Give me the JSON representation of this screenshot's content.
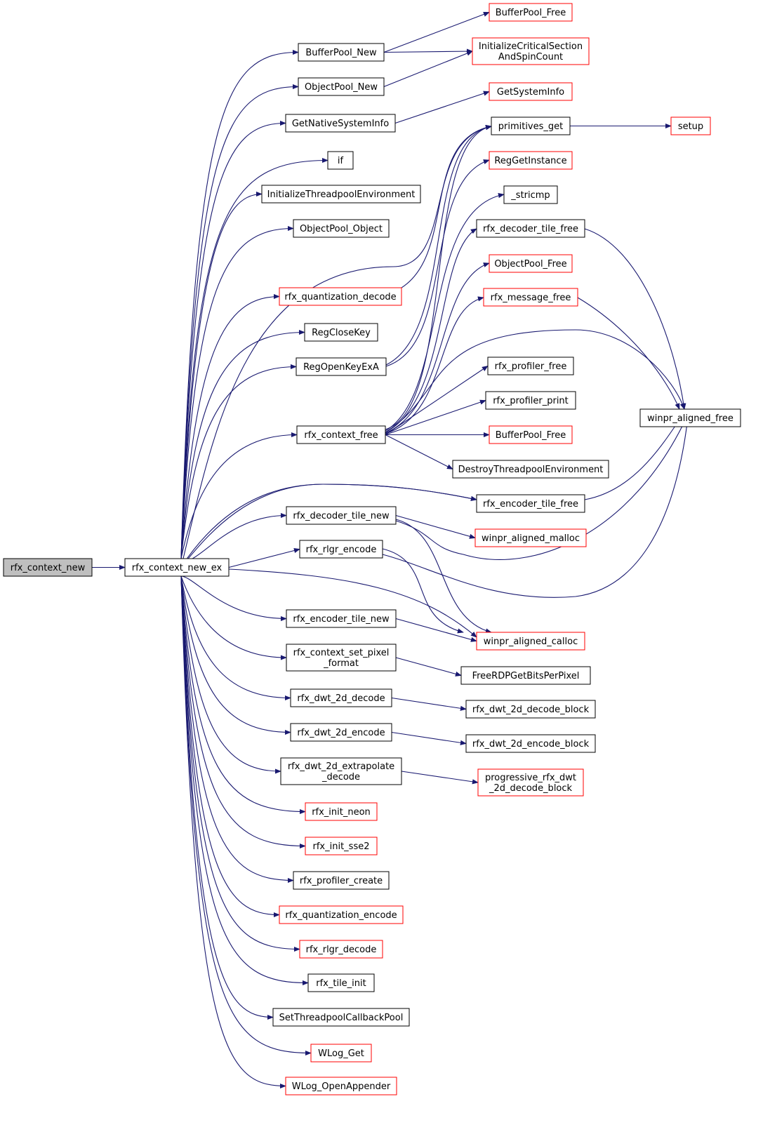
{
  "graph": {
    "colors": {
      "edge": "#191970",
      "node_border": "#000000",
      "node_border_incomplete": "#ff0000",
      "node_fill": "#ffffff",
      "root_fill": "#bfbfbf"
    },
    "nodes": [
      {
        "id": "n0",
        "lines": [
          "rfx_context_new"
        ],
        "status": "root"
      },
      {
        "id": "n1",
        "lines": [
          "rfx_context_new_ex"
        ],
        "status": "normal"
      },
      {
        "id": "n2",
        "lines": [
          "BufferPool_New"
        ],
        "status": "normal"
      },
      {
        "id": "n3",
        "lines": [
          "ObjectPool_New"
        ],
        "status": "normal"
      },
      {
        "id": "n4",
        "lines": [
          "GetNativeSystemInfo"
        ],
        "status": "normal"
      },
      {
        "id": "n5",
        "lines": [
          "if"
        ],
        "status": "normal"
      },
      {
        "id": "n6",
        "lines": [
          "InitializeThreadpoolEnvironment"
        ],
        "status": "normal"
      },
      {
        "id": "n7",
        "lines": [
          "ObjectPool_Object"
        ],
        "status": "normal"
      },
      {
        "id": "n8",
        "lines": [
          "rfx_quantization_decode"
        ],
        "status": "incomplete"
      },
      {
        "id": "n9",
        "lines": [
          "RegCloseKey"
        ],
        "status": "normal"
      },
      {
        "id": "n10",
        "lines": [
          "RegOpenKeyExA"
        ],
        "status": "normal"
      },
      {
        "id": "n11",
        "lines": [
          "rfx_context_free"
        ],
        "status": "normal"
      },
      {
        "id": "n12",
        "lines": [
          "rfx_decoder_tile_new"
        ],
        "status": "normal"
      },
      {
        "id": "n13",
        "lines": [
          "rfx_rlgr_encode"
        ],
        "status": "normal"
      },
      {
        "id": "n14",
        "lines": [
          "rfx_encoder_tile_new"
        ],
        "status": "normal"
      },
      {
        "id": "n15",
        "lines": [
          "rfx_context_set_pixel",
          "_format"
        ],
        "status": "normal"
      },
      {
        "id": "n16",
        "lines": [
          "rfx_dwt_2d_decode"
        ],
        "status": "normal"
      },
      {
        "id": "n17",
        "lines": [
          "rfx_dwt_2d_encode"
        ],
        "status": "normal"
      },
      {
        "id": "n18",
        "lines": [
          "rfx_dwt_2d_extrapolate",
          "_decode"
        ],
        "status": "normal"
      },
      {
        "id": "n19",
        "lines": [
          "rfx_init_neon"
        ],
        "status": "incomplete"
      },
      {
        "id": "n20",
        "lines": [
          "rfx_init_sse2"
        ],
        "status": "incomplete"
      },
      {
        "id": "n21",
        "lines": [
          "rfx_profiler_create"
        ],
        "status": "normal"
      },
      {
        "id": "n22",
        "lines": [
          "rfx_quantization_encode"
        ],
        "status": "incomplete"
      },
      {
        "id": "n23",
        "lines": [
          "rfx_rlgr_decode"
        ],
        "status": "incomplete"
      },
      {
        "id": "n24",
        "lines": [
          "rfx_tile_init"
        ],
        "status": "normal"
      },
      {
        "id": "n25",
        "lines": [
          "SetThreadpoolCallbackPool"
        ],
        "status": "normal"
      },
      {
        "id": "n26",
        "lines": [
          "WLog_Get"
        ],
        "status": "incomplete"
      },
      {
        "id": "n27",
        "lines": [
          "WLog_OpenAppender"
        ],
        "status": "incomplete"
      },
      {
        "id": "n28",
        "lines": [
          "BufferPool_Free"
        ],
        "status": "incomplete"
      },
      {
        "id": "n29",
        "lines": [
          "InitializeCriticalSection",
          "AndSpinCount"
        ],
        "status": "incomplete"
      },
      {
        "id": "n30",
        "lines": [
          "GetSystemInfo"
        ],
        "status": "incomplete"
      },
      {
        "id": "n31",
        "lines": [
          "primitives_get"
        ],
        "status": "normal"
      },
      {
        "id": "n32",
        "lines": [
          "RegGetInstance"
        ],
        "status": "incomplete"
      },
      {
        "id": "n33",
        "lines": [
          "_stricmp"
        ],
        "status": "normal"
      },
      {
        "id": "n34",
        "lines": [
          "rfx_decoder_tile_free"
        ],
        "status": "normal"
      },
      {
        "id": "n35",
        "lines": [
          "ObjectPool_Free"
        ],
        "status": "incomplete"
      },
      {
        "id": "n36",
        "lines": [
          "rfx_message_free"
        ],
        "status": "incomplete"
      },
      {
        "id": "n37",
        "lines": [
          "rfx_profiler_free"
        ],
        "status": "normal"
      },
      {
        "id": "n38",
        "lines": [
          "rfx_profiler_print"
        ],
        "status": "normal"
      },
      {
        "id": "n39",
        "lines": [
          "BufferPool_Free"
        ],
        "status": "incomplete"
      },
      {
        "id": "n40",
        "lines": [
          "DestroyThreadpoolEnvironment"
        ],
        "status": "normal"
      },
      {
        "id": "n41",
        "lines": [
          "rfx_encoder_tile_free"
        ],
        "status": "normal"
      },
      {
        "id": "n42",
        "lines": [
          "winpr_aligned_malloc"
        ],
        "status": "incomplete"
      },
      {
        "id": "n43",
        "lines": [
          "winpr_aligned_calloc"
        ],
        "status": "incomplete"
      },
      {
        "id": "n44",
        "lines": [
          "FreeRDPGetBitsPerPixel"
        ],
        "status": "normal"
      },
      {
        "id": "n45",
        "lines": [
          "rfx_dwt_2d_decode_block"
        ],
        "status": "normal"
      },
      {
        "id": "n46",
        "lines": [
          "rfx_dwt_2d_encode_block"
        ],
        "status": "normal"
      },
      {
        "id": "n47",
        "lines": [
          "progressive_rfx_dwt",
          "_2d_decode_block"
        ],
        "status": "incomplete"
      },
      {
        "id": "n48",
        "lines": [
          "setup"
        ],
        "status": "incomplete"
      },
      {
        "id": "n49",
        "lines": [
          "winpr_aligned_free"
        ],
        "status": "normal"
      }
    ],
    "edges": [
      [
        "n0",
        "n1"
      ],
      [
        "n1",
        "n2"
      ],
      [
        "n1",
        "n3"
      ],
      [
        "n1",
        "n4"
      ],
      [
        "n1",
        "n5"
      ],
      [
        "n1",
        "n6"
      ],
      [
        "n1",
        "n7"
      ],
      [
        "n1",
        "n8"
      ],
      [
        "n1",
        "n9"
      ],
      [
        "n1",
        "n10"
      ],
      [
        "n1",
        "n11"
      ],
      [
        "n1",
        "n12"
      ],
      [
        "n1",
        "n13"
      ],
      [
        "n1",
        "n14"
      ],
      [
        "n1",
        "n15"
      ],
      [
        "n1",
        "n16"
      ],
      [
        "n1",
        "n17"
      ],
      [
        "n1",
        "n18"
      ],
      [
        "n1",
        "n19"
      ],
      [
        "n1",
        "n20"
      ],
      [
        "n1",
        "n21"
      ],
      [
        "n1",
        "n22"
      ],
      [
        "n1",
        "n23"
      ],
      [
        "n1",
        "n24"
      ],
      [
        "n1",
        "n25"
      ],
      [
        "n1",
        "n26"
      ],
      [
        "n1",
        "n27"
      ],
      [
        "n1",
        "n31"
      ],
      [
        "n1",
        "n41"
      ],
      [
        "n1",
        "n43"
      ],
      [
        "n1",
        "n49"
      ],
      [
        "n2",
        "n28"
      ],
      [
        "n2",
        "n29"
      ],
      [
        "n3",
        "n29"
      ],
      [
        "n4",
        "n30"
      ],
      [
        "n8",
        "n31"
      ],
      [
        "n10",
        "n32"
      ],
      [
        "n10",
        "n31"
      ],
      [
        "n11",
        "n31"
      ],
      [
        "n11",
        "n33"
      ],
      [
        "n11",
        "n34"
      ],
      [
        "n11",
        "n35"
      ],
      [
        "n11",
        "n36"
      ],
      [
        "n11",
        "n37"
      ],
      [
        "n11",
        "n38"
      ],
      [
        "n11",
        "n39"
      ],
      [
        "n11",
        "n40"
      ],
      [
        "n11",
        "n49"
      ],
      [
        "n12",
        "n42"
      ],
      [
        "n12",
        "n43"
      ],
      [
        "n12",
        "n49"
      ],
      [
        "n13",
        "n43"
      ],
      [
        "n13",
        "n49"
      ],
      [
        "n14",
        "n43"
      ],
      [
        "n15",
        "n44"
      ],
      [
        "n16",
        "n45"
      ],
      [
        "n17",
        "n46"
      ],
      [
        "n18",
        "n47"
      ],
      [
        "n31",
        "n48"
      ],
      [
        "n34",
        "n49"
      ],
      [
        "n36",
        "n49"
      ],
      [
        "n41",
        "n49"
      ]
    ]
  }
}
